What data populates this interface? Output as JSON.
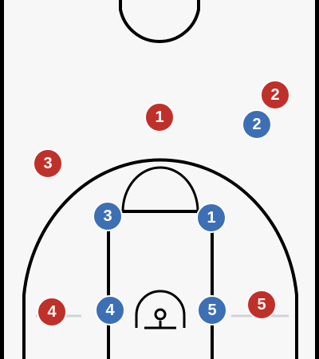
{
  "colors": {
    "court": "#f7f7f7",
    "lines": "#000000",
    "offense": "#c0302a",
    "defense": "#3d6fb5",
    "outline": "#ffffff"
  },
  "offense": [
    {
      "label": "1"
    },
    {
      "label": "2"
    },
    {
      "label": "3"
    },
    {
      "label": "4"
    },
    {
      "label": "5"
    }
  ],
  "defense": [
    {
      "label": "1"
    },
    {
      "label": "2"
    },
    {
      "label": "3"
    },
    {
      "label": "4"
    },
    {
      "label": "5"
    }
  ]
}
